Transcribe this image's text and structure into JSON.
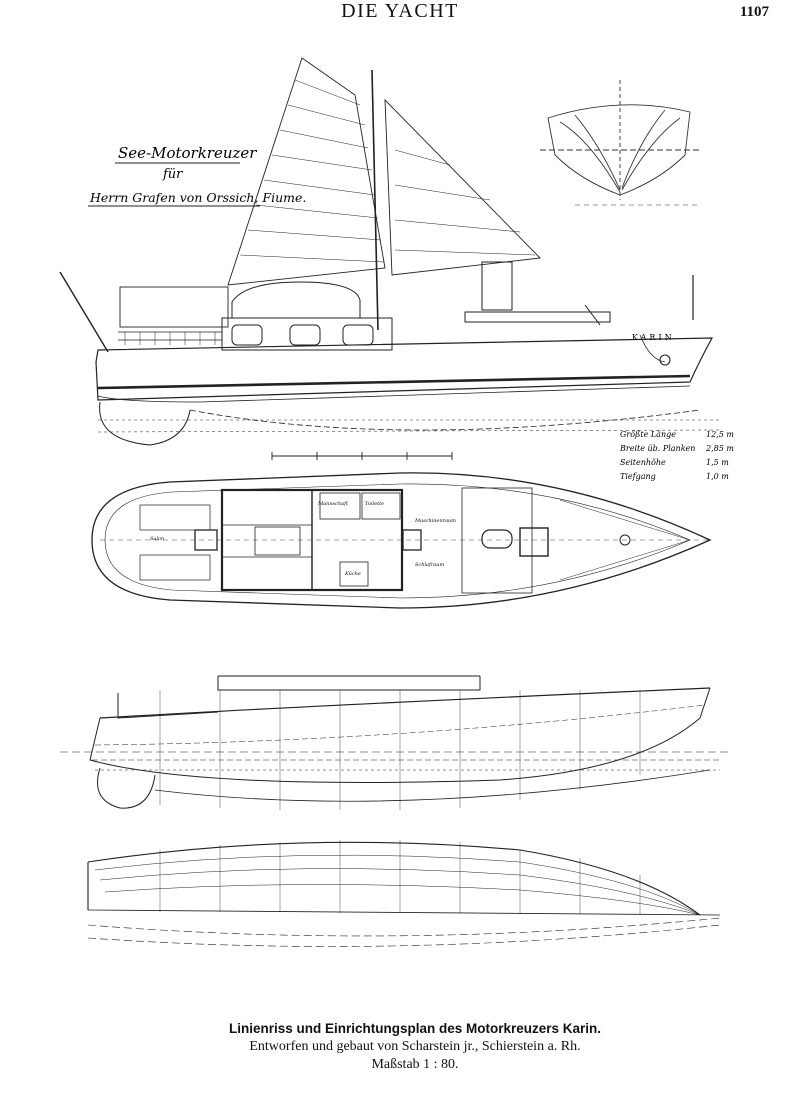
{
  "header": {
    "journal": "DIE YACHT",
    "page": "1107"
  },
  "drawing": {
    "title_line1": "See-Motorkreuzer",
    "title_line2": "für",
    "title_line3": "Herrn Grafen von Orssich, Fiume.",
    "boat_name": "KARIN",
    "particulars": [
      {
        "label": "Größte Länge",
        "value": "12,5 m"
      },
      {
        "label": "Breite üb. Planken",
        "value": "2,85 m"
      },
      {
        "label": "Seitenhöhe",
        "value": "1,5 m"
      },
      {
        "label": "Tiefgang",
        "value": "1,0 m"
      }
    ],
    "room_labels": [
      "Salon",
      "Toilette",
      "Küche",
      "Mannschaft",
      "Maschinenraum",
      "Schlafraum"
    ]
  },
  "caption": {
    "line1": "Linienriss und Einrichtungsplan des Motorkreuzers Karin.",
    "line2": "Entworfen und gebaut von Scharstein jr., Schierstein a. Rh.",
    "line3": "Maßstab 1 : 80."
  }
}
